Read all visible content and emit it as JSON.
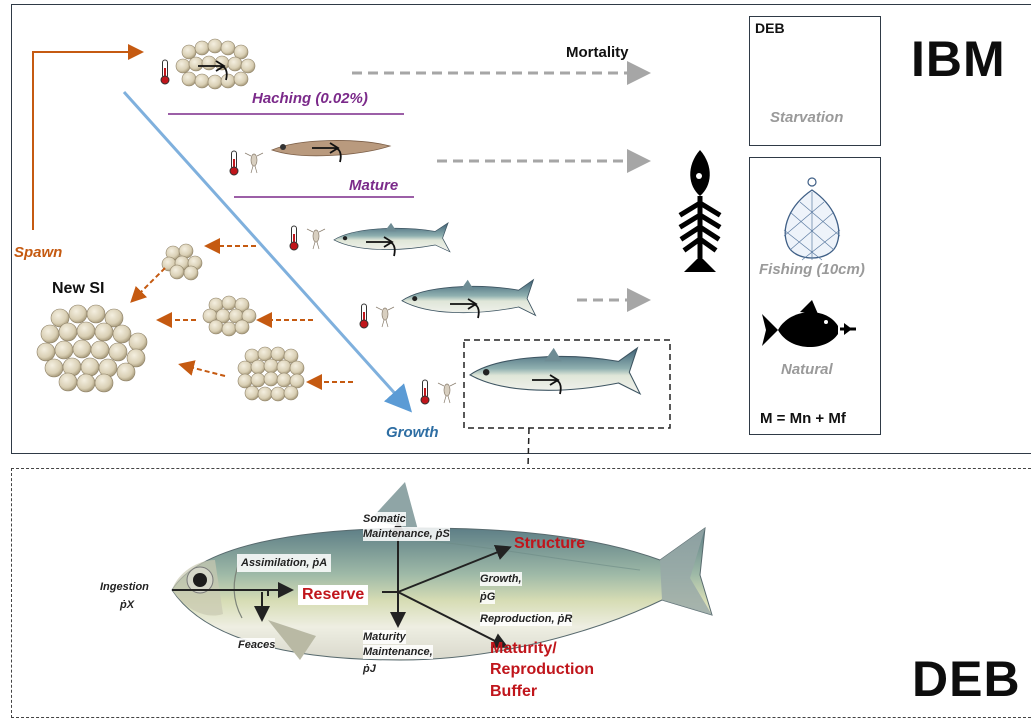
{
  "ibm": {
    "title": "IBM",
    "labels": {
      "hatching": "Haching (0.02%)",
      "mature": "Mature",
      "spawn": "Spawn",
      "new_si": "New SI",
      "growth": "Growth",
      "mortality": "Mortality"
    },
    "deb_box": {
      "title": "DEB",
      "caption": "Starvation"
    },
    "mortality_box": {
      "fishing": "Fishing (10cm)",
      "natural": "Natural",
      "equation": "M = Mn + Mf"
    }
  },
  "deb": {
    "title": "DEB",
    "fluxes": {
      "ingestion": "Ingestion",
      "ingestion_sym": "ṗX",
      "assimilation": "Assimilation, ṗA",
      "somatic_1": "Somatic",
      "somatic_2": "Maintenance, ṗS",
      "growth_1": "Growth,",
      "growth_2": "ṗG",
      "reproduction": "Reproduction, ṗR",
      "maturity_1": "Maturity",
      "maturity_2": "Maintenance,",
      "maturity_3": "ṗJ",
      "feaces": "Feaces"
    },
    "compartments": {
      "reserve": "Reserve",
      "structure": "Structure",
      "buffer_1": "Maturity/",
      "buffer_2": "Reproduction",
      "buffer_3": "Buffer"
    }
  },
  "colors": {
    "purple": "#7b2a8a",
    "orange": "#c55a11",
    "blue_arrow": "#7fb0dd",
    "red": "#c0151b",
    "grey_arrow": "#a6a6a6"
  }
}
